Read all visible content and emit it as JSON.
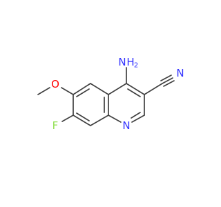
{
  "molecule": {
    "atoms": [
      {
        "id": "nh2_n",
        "label": "N",
        "color": "#3333ff"
      },
      {
        "id": "nh2_h",
        "label": "H",
        "color": "#3333ff"
      },
      {
        "id": "nh2_h_sub",
        "label": "2",
        "color": "#3333ff"
      },
      {
        "id": "nitrile_n",
        "label": "N",
        "color": "#3333ff"
      },
      {
        "id": "ring_n",
        "label": "N",
        "color": "#3333ff"
      },
      {
        "id": "methoxy_o",
        "label": "O",
        "color": "#ff0000"
      },
      {
        "id": "fluoro_f",
        "label": "F",
        "color": "#90e050"
      }
    ],
    "bond_color": "#404040"
  }
}
